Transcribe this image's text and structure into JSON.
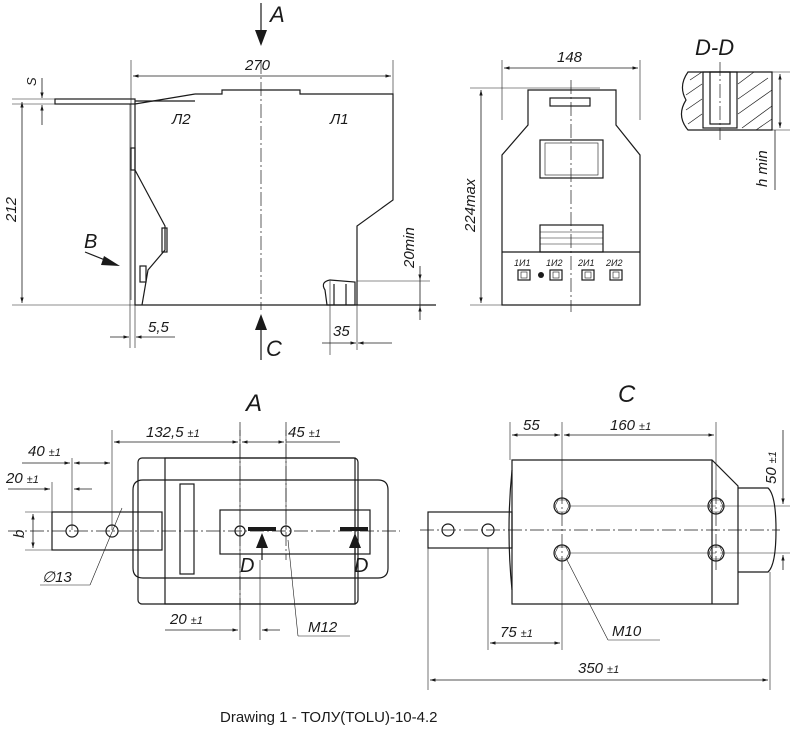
{
  "view_labels": {
    "top_a": "A",
    "bottom_c": "C",
    "side_b": "B",
    "section": "D-D",
    "view_a": "A",
    "view_c": "C"
  },
  "front_view": {
    "dim_s": "S",
    "dim_270": "270",
    "dim_212": "212",
    "dim_20min": "20min",
    "dim_5_5": "5,5",
    "dim_35": "35",
    "terminal_l2": "Л2",
    "terminal_l1": "Л1"
  },
  "side_view": {
    "dim_148": "148",
    "dim_224max": "224max",
    "terminals": [
      "1И1",
      "1И2",
      "2И1",
      "2И2"
    ]
  },
  "section_dd": {
    "dim_hmin": "h min"
  },
  "view_a": {
    "dim_132_5": "132,5",
    "dim_45": "45",
    "dim_40": "40",
    "dim_20_top": "20",
    "dim_b": "b",
    "dim_d13": "∅13",
    "dim_20_bottom": "20",
    "thread_m12": "M12",
    "section_mark_1": "D",
    "section_mark_2": "D",
    "tol": "±1"
  },
  "view_c": {
    "dim_55": "55",
    "dim_160": "160",
    "dim_50": "50",
    "dim_75": "75",
    "dim_350": "350",
    "thread_m10": "M10",
    "tol": "±1"
  },
  "caption": "Drawing 1 - ТОЛУ(TOLU)-10-4.2"
}
